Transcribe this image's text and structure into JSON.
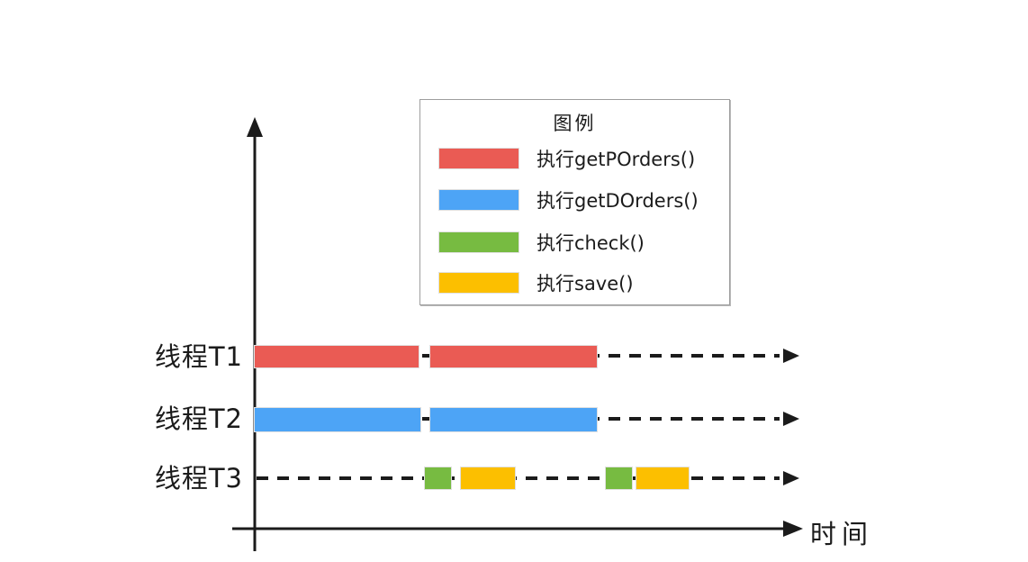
{
  "colors": {
    "red": "#ea5b54",
    "blue": "#4da4f6",
    "green": "#77bb41",
    "yellow": "#fcbf00",
    "axis": "#1b1b1b",
    "legend_border": "#9e9e9e"
  },
  "legend": {
    "title": "图例",
    "items": [
      {
        "color_key": "red",
        "label": "执行getPOrders()"
      },
      {
        "color_key": "blue",
        "label": "执行getDOrders()"
      },
      {
        "color_key": "green",
        "label": "执行check()"
      },
      {
        "color_key": "yellow",
        "label": "执行save()"
      }
    ]
  },
  "axes": {
    "x_label": "时间"
  },
  "rows": [
    {
      "label": "线程T1",
      "segments": [
        {
          "activity": "执行getPOrders()",
          "color_key": "red"
        },
        {
          "activity": "执行getPOrders()",
          "color_key": "red"
        }
      ]
    },
    {
      "label": "线程T2",
      "segments": [
        {
          "activity": "执行getDOrders()",
          "color_key": "blue"
        },
        {
          "activity": "执行getDOrders()",
          "color_key": "blue"
        }
      ]
    },
    {
      "label": "线程T3",
      "segments": [
        {
          "activity": "执行check()",
          "color_key": "green"
        },
        {
          "activity": "执行save()",
          "color_key": "yellow"
        },
        {
          "activity": "执行check()",
          "color_key": "green"
        },
        {
          "activity": "执行save()",
          "color_key": "yellow"
        }
      ]
    }
  ]
}
